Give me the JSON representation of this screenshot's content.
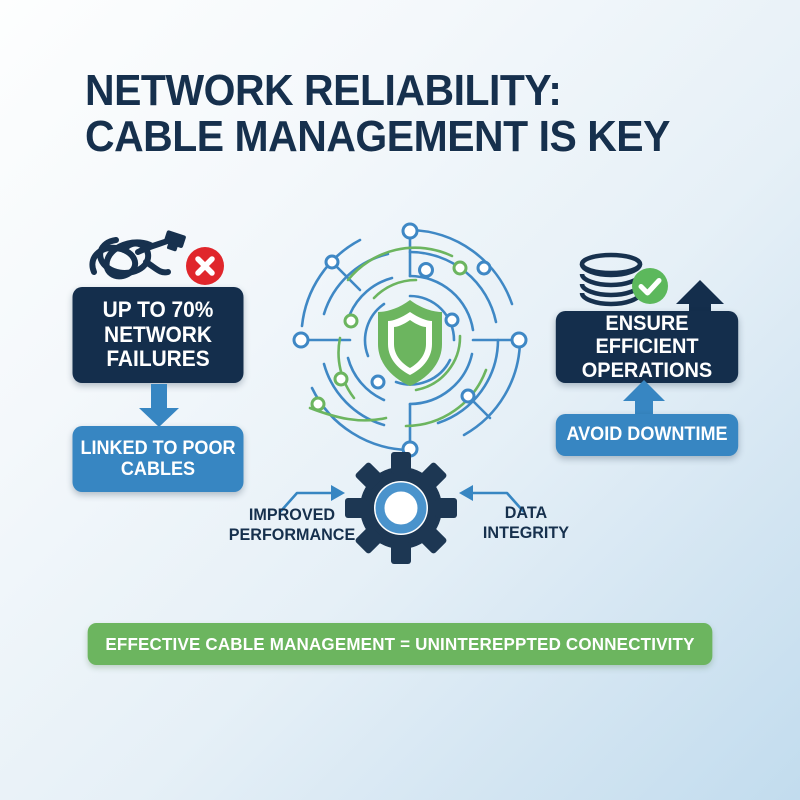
{
  "page": {
    "title_line1": "NETWORK RELIABILITY:",
    "title_line2": "CABLE MANAGEMENT IS KEY"
  },
  "colors": {
    "navy": "#142e4c",
    "blue": "#3786c2",
    "green": "#6cb55f",
    "red": "#e0262b",
    "check_green": "#5cb85c",
    "bg_light": "#fdfefe",
    "bg_deep": "#c2dcee"
  },
  "left_column": {
    "icon": "tangled-cable-icon",
    "badge": "red-x-badge",
    "stat_box": "UP TO 70% NETWORK FAILURES",
    "stat_box_lines": [
      "UP TO 70%",
      "NETWORK",
      "FAILURES"
    ],
    "arrow": "down-arrow",
    "result_box": "LINKED TO POOR CABLES",
    "result_box_lines": [
      "LINKED TO",
      "POOR CABLES"
    ]
  },
  "right_column": {
    "icon": "coiled-cable-icon",
    "badge": "green-check-badge",
    "outcome_box": "ENSURE EFFICIENT OPERATIONS",
    "outcome_box_lines": [
      "ENSURE EFFICIENT",
      "OPERATIONS"
    ],
    "arrow_up_outer": "up-arrow-dark",
    "arrow_up_inner": "up-arrow-blue",
    "support_box": "AVOID DOWNTIME"
  },
  "center": {
    "graphic": "network-shield-circuit-graphic",
    "shield": "shield-icon"
  },
  "gear_section": {
    "gear": "gear-icon",
    "left_label_lines": [
      "IMPROVED",
      "PERFORMANCE"
    ],
    "right_label_lines": [
      "DATA",
      "INTEGRITY"
    ],
    "left_arrow": "arrow-right",
    "right_arrow": "arrow-left"
  },
  "banner": {
    "text": "EFFECTIVE CABLE MANAGEMENT = UNINTEREPPTED CONNECTIVITY"
  }
}
